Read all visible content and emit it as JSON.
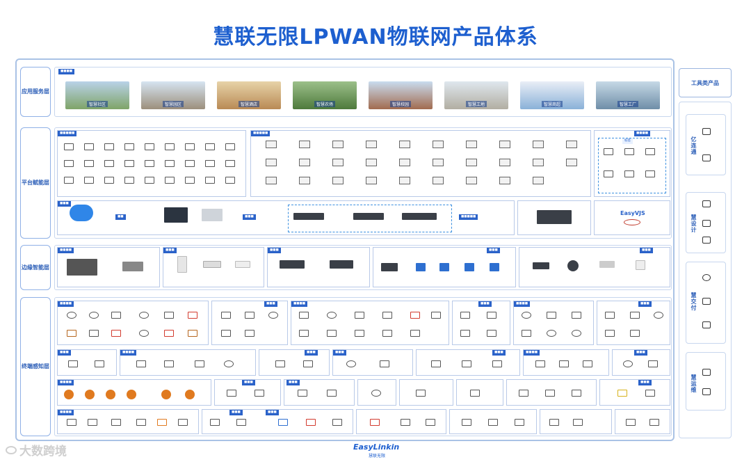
{
  "title": "慧联无限LPWAN物联网产品体系",
  "layers": {
    "app": "应用服务层",
    "platform": "平台赋能层",
    "edge": "边缘智能层",
    "perception": "终端感知层"
  },
  "tool_products": "工具类产品",
  "tool_groups": [
    "亿连通",
    "慧设计",
    "慧交付",
    "慧运维"
  ],
  "scenes": [
    "智慧社区",
    "智慧园区",
    "智慧酒店",
    "智慧农场",
    "智慧校园",
    "智慧工地",
    "智慧商超",
    "智慧工厂"
  ],
  "tiny_cn": "标签",
  "easyvj": "EasyVJS",
  "brand": "EasyLinkin",
  "brand_sub": "慧联无限",
  "watermark": "大数跨境",
  "colors": {
    "primary": "#1d5fcf",
    "tag": "#2a62c9",
    "border": "#b8c9e8"
  }
}
